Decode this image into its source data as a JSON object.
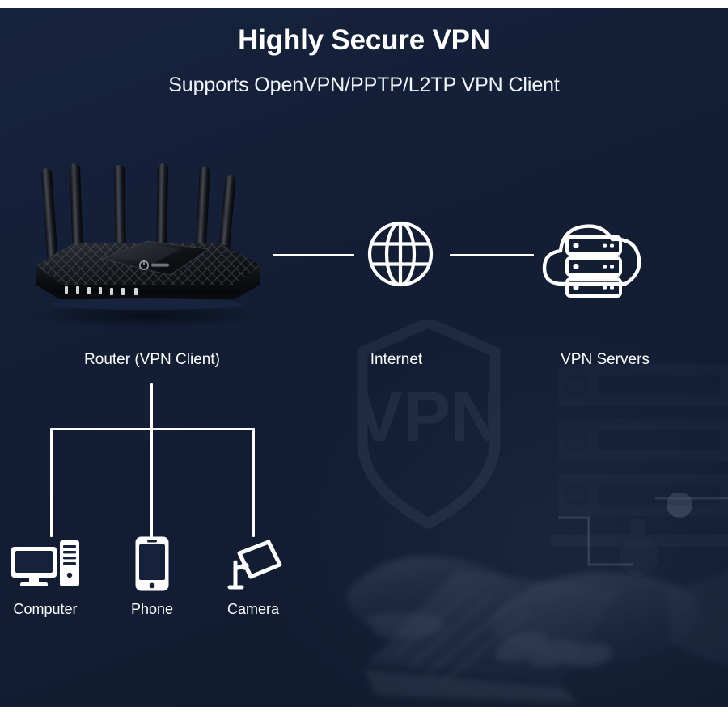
{
  "panel": {
    "background_color": "#14203a",
    "accent_color": "#ffffff"
  },
  "header": {
    "title": "Highly Secure VPN",
    "subtitle": "Supports OpenVPN/PPTP/L2TP VPN Client"
  },
  "diagram": {
    "nodes": [
      {
        "id": "router",
        "label": "Router (VPN Client)",
        "icon": "wifi-router-icon"
      },
      {
        "id": "internet",
        "label": "Internet",
        "icon": "globe-icon"
      },
      {
        "id": "vpn",
        "label": "VPN Servers",
        "icon": "cloud-server-icon"
      }
    ],
    "clients": [
      {
        "id": "computer",
        "label": "Computer",
        "icon": "desktop-computer-icon"
      },
      {
        "id": "phone",
        "label": "Phone",
        "icon": "smartphone-icon"
      },
      {
        "id": "camera",
        "label": "Camera",
        "icon": "security-camera-icon"
      }
    ],
    "connections": [
      {
        "from": "router",
        "to": "internet"
      },
      {
        "from": "internet",
        "to": "vpn"
      },
      {
        "from": "router",
        "to": "computer"
      },
      {
        "from": "router",
        "to": "phone"
      },
      {
        "from": "router",
        "to": "camera"
      }
    ]
  },
  "watermarks": {
    "shield_text": "VPN",
    "shield_name": "vpn-shield-watermark",
    "racks_name": "server-rack-watermark",
    "hands_name": "hands-on-laptop-watermark"
  }
}
